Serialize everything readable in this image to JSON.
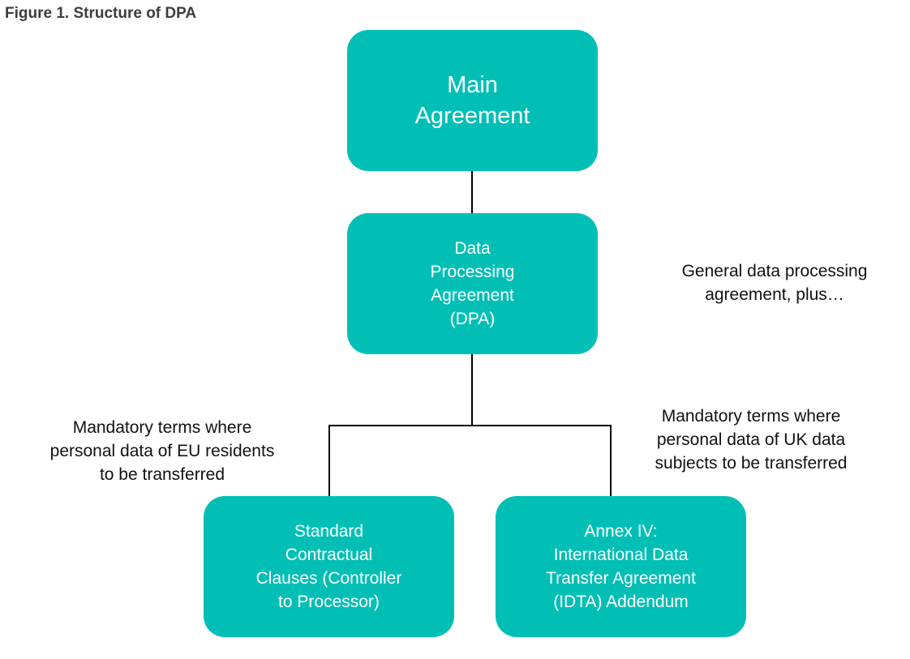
{
  "figure_title": "Figure 1. Structure of DPA",
  "boxes": {
    "main": "Main\nAgreement",
    "dpa": "Data\nProcessing\nAgreement\n(DPA)",
    "scc": "Standard\nContractual\nClauses (Controller\nto Processor)",
    "idta": "Annex IV:\nInternational Data\nTransfer Agreement\n(IDTA) Addendum"
  },
  "notes": {
    "general": "General data processing\nagreement, plus…",
    "eu": "Mandatory terms where\npersonal data of EU residents\nto be transferred",
    "uk": "Mandatory terms where\npersonal data of UK data\nsubjects to be transferred"
  },
  "colors": {
    "box_fill": "#02bfb6",
    "box_text": "#ffffff",
    "connector": "#000000",
    "title_text": "#3d3d3d"
  }
}
